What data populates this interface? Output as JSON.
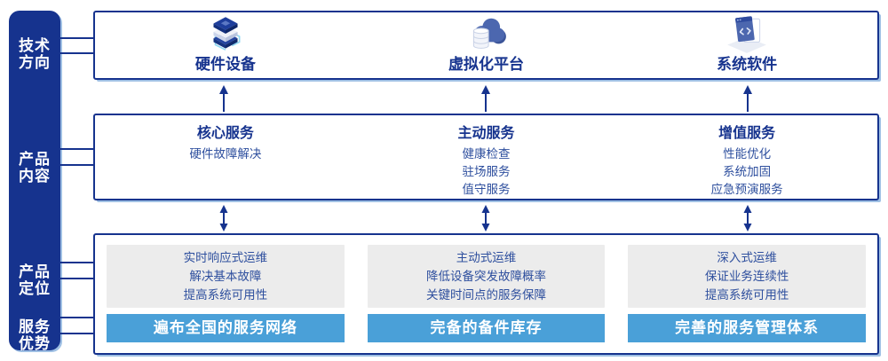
{
  "colors": {
    "navy": "#16338e",
    "body-text": "#2e4f9e",
    "banner": "#4aa0d8",
    "card": "#ececec",
    "shadow": "#9fc0e4"
  },
  "sidebar": {
    "items": [
      {
        "line1": "技术",
        "line2": "方向"
      },
      {
        "line1": "产品",
        "line2": "内容"
      },
      {
        "line1": "产品",
        "line2": "定位"
      },
      {
        "line1": "服务",
        "line2": "优势"
      }
    ]
  },
  "tech_row": {
    "columns": [
      {
        "icon": "server-stack-icon",
        "label": "硬件设备"
      },
      {
        "icon": "cloud-database-icon",
        "label": "虚拟化平台"
      },
      {
        "icon": "code-window-icon",
        "label": "系统软件"
      }
    ]
  },
  "content_row": {
    "columns": [
      {
        "title": "核心服务",
        "items": [
          "硬件故障解决"
        ]
      },
      {
        "title": "主动服务",
        "items": [
          "健康检查",
          "驻场服务",
          "值守服务"
        ]
      },
      {
        "title": "增值服务",
        "items": [
          "性能优化",
          "系统加固",
          "应急预演服务"
        ]
      }
    ]
  },
  "positioning_row": {
    "columns": [
      {
        "points": [
          "实时响应式运维",
          "解决基本故障",
          "提高系统可用性"
        ],
        "banner": "遍布全国的服务网络"
      },
      {
        "points": [
          "主动式运维",
          "降低设备突发故障概率",
          "关键时间点的服务保障"
        ],
        "banner": "完备的备件库存"
      },
      {
        "points": [
          "深入式运维",
          "保证业务连续性",
          "提高系统可用性"
        ],
        "banner": "完善的服务管理体系"
      }
    ]
  }
}
